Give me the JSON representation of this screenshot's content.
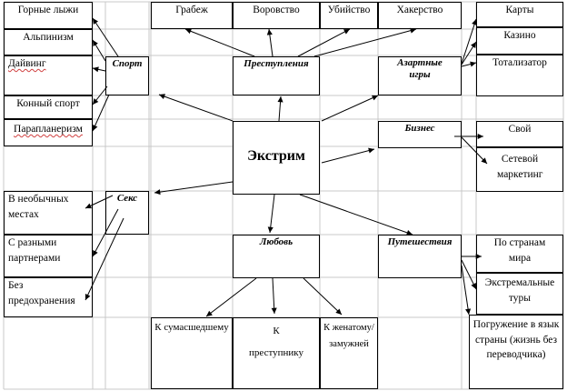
{
  "center": "Экстрим",
  "categories": {
    "sport": "Спорт",
    "crime": "Преступления",
    "gambling": "Азартные игры",
    "business": "Бизнес",
    "sex": "Секс",
    "love": "Любовь",
    "travel": "Путешествия"
  },
  "sport_items": [
    "Горные лыжи",
    "Альпинизм",
    "Дайвинг",
    "Конный спорт",
    "Парапланеризм"
  ],
  "crime_items": [
    "Грабеж",
    "Воровство",
    "Убийство",
    "Хакерство"
  ],
  "gambling_items": [
    "Карты",
    "Казино",
    "Тотализатор"
  ],
  "business_items": [
    "Свой",
    "Сетевой маркетинг"
  ],
  "sex_items": [
    "В необычных местах",
    "С разными партнерами",
    "Без предохранения"
  ],
  "love_items": [
    "К сумасшедшему",
    "К преступнику",
    "К женатому/ замужней"
  ],
  "travel_items": [
    "По странам мира",
    "Экстремальные туры",
    "Погружение в язык страны (жизнь без переводчика)"
  ]
}
